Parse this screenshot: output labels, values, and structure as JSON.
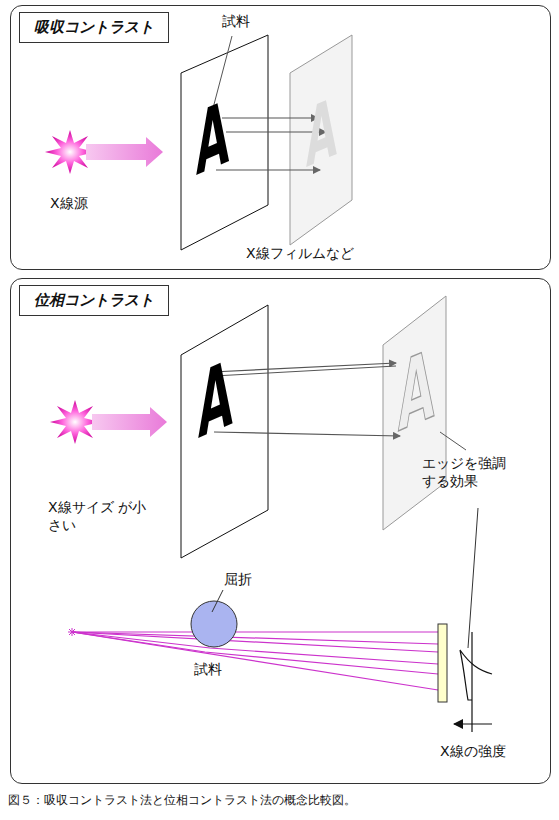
{
  "diagram": {
    "caption": "図５：吸収コントラスト法と位相コントラスト法の概念比較図。",
    "nodes": [
      {
        "text": [
          "吸収コントラスト"
        ]
      },
      {
        "text": [
          "位相コントラスト"
        ]
      }
    ],
    "labels": [
      "試料",
      "A",
      "A",
      "X線源",
      "X線フィルムなど",
      "A",
      "A",
      "X線サイズ が小さい",
      "エッジを強調 する効果",
      "屈折",
      "試料",
      "X線の強度"
    ]
  }
}
